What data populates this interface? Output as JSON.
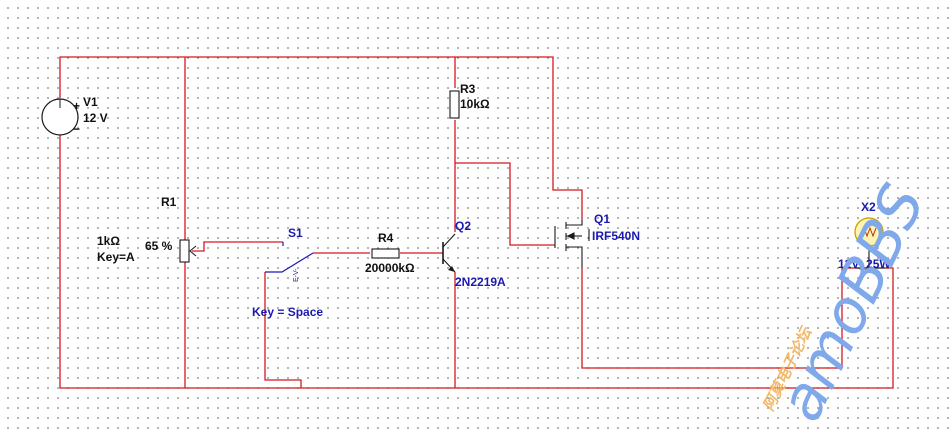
{
  "components": {
    "v1": {
      "ref": "V1",
      "value": "12 V",
      "plus": "+",
      "minus": "−"
    },
    "r1": {
      "ref": "R1",
      "value": "1kΩ",
      "key": "Key=A",
      "setting": "65 %"
    },
    "r3": {
      "ref": "R3",
      "value": "10kΩ"
    },
    "s1": {
      "ref": "S1",
      "key": "Key = Space",
      "marker": "E-V-"
    },
    "r4": {
      "ref": "R4",
      "value": "20000kΩ"
    },
    "q2": {
      "ref": "Q2",
      "model": "2N2219A"
    },
    "q1": {
      "ref": "Q1",
      "model": "IRF540N"
    },
    "x2": {
      "ref": "X2",
      "value": "12V_25W"
    }
  },
  "watermark": {
    "line1": "阿莫电子论坛",
    "line2": "amoBBS"
  },
  "colors": {
    "wire": "#d2191f",
    "symbol": "#1a1a1a",
    "label_blue": "#1a1ab0",
    "lamp_fill": "#fff4b0"
  }
}
